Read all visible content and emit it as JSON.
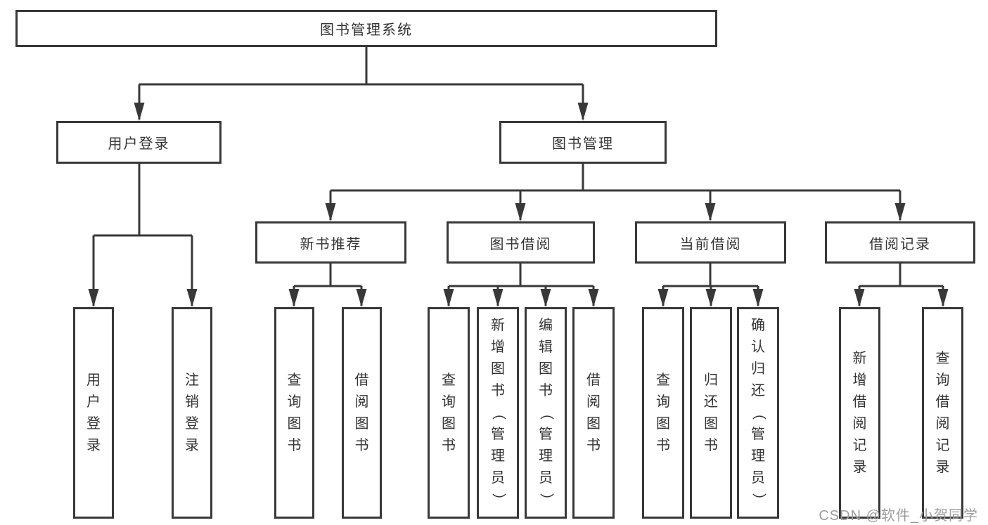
{
  "tree": {
    "label": "图书管理系统",
    "children": [
      {
        "label": "用户登录",
        "children": [
          {
            "label": "用户登录"
          },
          {
            "label": "注销登录"
          }
        ]
      },
      {
        "label": "图书管理",
        "children": [
          {
            "label": "新书推荐",
            "children": [
              {
                "label": "查询图书"
              },
              {
                "label": "借阅图书"
              }
            ]
          },
          {
            "label": "图书借阅",
            "children": [
              {
                "label": "查询图书"
              },
              {
                "label": "新增图书（管理员）"
              },
              {
                "label": "编辑图书（管理员）"
              },
              {
                "label": "借阅图书"
              }
            ]
          },
          {
            "label": "当前借阅",
            "children": [
              {
                "label": "查询图书"
              },
              {
                "label": "归还图书"
              },
              {
                "label": "确认归还（管理员）"
              }
            ]
          },
          {
            "label": "借阅记录",
            "children": [
              {
                "label": "新增借阅记录"
              },
              {
                "label": "查询借阅记录"
              }
            ]
          }
        ]
      }
    ]
  },
  "watermark": {
    "text": "CSDN @软件_小贺同学"
  },
  "colors": {
    "line": "#383838",
    "text": "#333333",
    "background": "#ffffff",
    "watermark": "#9c9c9c"
  }
}
